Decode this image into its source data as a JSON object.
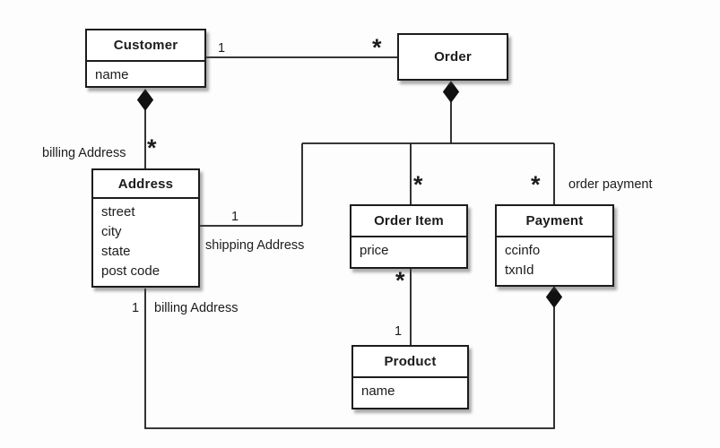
{
  "diagram": {
    "type": "uml-class-diagram",
    "background": "#fdfdfd",
    "line_color": "#1c1c1c",
    "box_fill": "#ffffff"
  },
  "classes": {
    "customer": {
      "name": "Customer",
      "attributes": [
        "name"
      ]
    },
    "order": {
      "name": "Order",
      "attributes": []
    },
    "address": {
      "name": "Address",
      "attributes": [
        "street",
        "city",
        "state",
        "post code"
      ]
    },
    "order_item": {
      "name": "Order Item",
      "attributes": [
        "price"
      ]
    },
    "payment": {
      "name": "Payment",
      "attributes": [
        "ccinfo",
        "txnId"
      ]
    },
    "product": {
      "name": "Product",
      "attributes": [
        "name"
      ]
    }
  },
  "associations": {
    "customer_order": {
      "type": "association",
      "from": "Customer",
      "to": "Order",
      "from_mult": "1",
      "to_mult": "*"
    },
    "customer_address": {
      "type": "composition",
      "from": "Customer",
      "to": "Address",
      "role": "billing Address",
      "to_mult": "*"
    },
    "order_address": {
      "type": "composition",
      "from": "Order",
      "to": "Address",
      "role": "shipping Address",
      "to_mult": "1"
    },
    "order_order_item": {
      "type": "composition",
      "from": "Order",
      "to": "Order Item",
      "to_mult": "*"
    },
    "order_payment": {
      "type": "composition",
      "from": "Order",
      "to": "Payment",
      "role": "order payment",
      "to_mult": "*"
    },
    "order_item_product": {
      "type": "association",
      "from": "Order Item",
      "to": "Product",
      "from_mult": "*",
      "to_mult": "1"
    },
    "payment_address": {
      "type": "composition",
      "from": "Payment",
      "to": "Address",
      "role": "billing Address",
      "to_mult": "1"
    }
  }
}
